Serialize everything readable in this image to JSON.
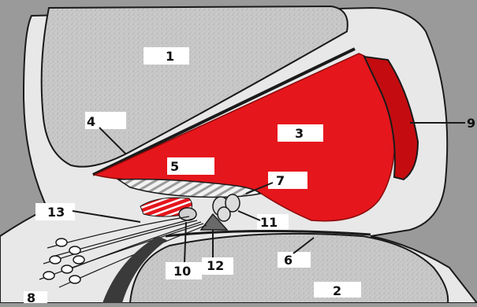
{
  "diagram": {
    "labels": {
      "l1": "1",
      "l2": "2",
      "l3": "3",
      "l4": "4",
      "l5": "5",
      "l6": "6",
      "l7": "7",
      "l8": "8",
      "l9": "9",
      "l10": "10",
      "l11": "11",
      "l12": "12",
      "l13": "13"
    },
    "colors": {
      "background": "#9a9a9a",
      "bone": "#c8c8c8",
      "cavity": "#e8e8e8",
      "membrane_red": "#e5161c",
      "dark_red": "#c40c10",
      "outline": "#1a1a1a"
    }
  }
}
